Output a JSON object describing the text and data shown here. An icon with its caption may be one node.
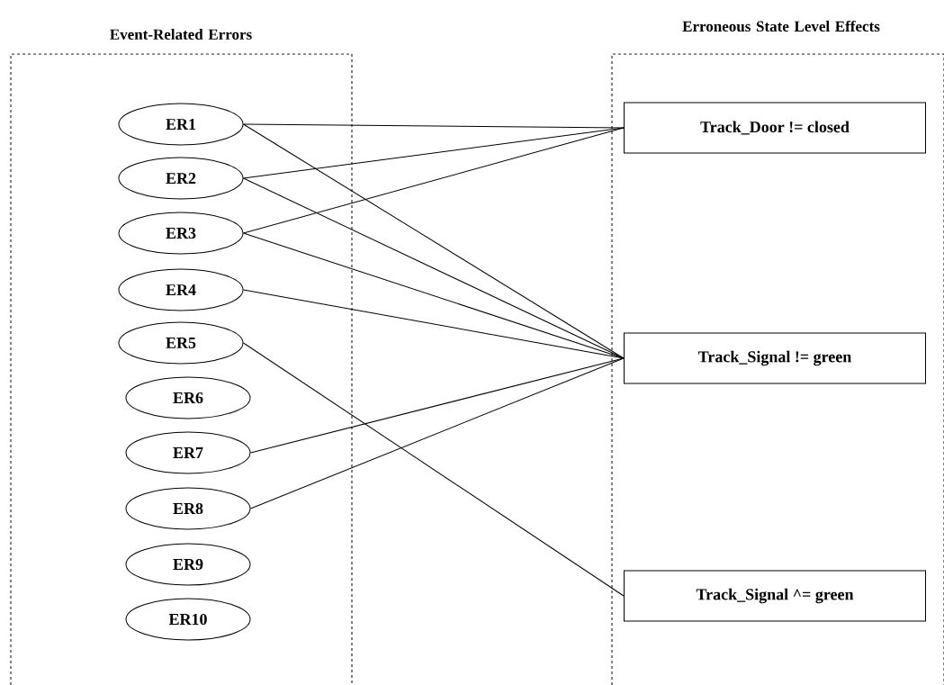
{
  "diagram": {
    "nodes": [
      {
        "text": [
          "Event-Related Errors"
        ]
      },
      {
        "text": [
          "ER1"
        ],
        "in": 0
      },
      {
        "text": [
          "ER2"
        ],
        "in": 0
      },
      {
        "text": [
          "ER3"
        ],
        "in": 0
      },
      {
        "text": [
          "ER4"
        ],
        "in": 0
      },
      {
        "text": [
          "ER5"
        ],
        "in": 0
      },
      {
        "text": [
          "ER6"
        ],
        "in": 0
      },
      {
        "text": [
          "ER7"
        ],
        "in": 0
      },
      {
        "text": [
          "ER8"
        ],
        "in": 0
      },
      {
        "text": [
          "ER9"
        ],
        "in": 0
      },
      {
        "text": [
          "ER10"
        ],
        "in": 0
      },
      {
        "text": [
          "Erroneous State Level Effects"
        ]
      },
      {
        "text": [
          "Track_Door != closed"
        ],
        "in": 11
      },
      {
        "text": [
          "Track_Signal != green"
        ],
        "in": 11
      },
      {
        "text": [
          "Track_Signal ^= green"
        ],
        "in": 11
      }
    ],
    "edges": [
      {
        "from": 1,
        "to": 12,
        "arrow": "none"
      },
      {
        "from": 1,
        "to": 13,
        "arrow": "none"
      },
      {
        "from": 2,
        "to": 12,
        "arrow": "none"
      },
      {
        "from": 2,
        "to": 13,
        "arrow": "none"
      },
      {
        "from": 3,
        "to": 12,
        "arrow": "none"
      },
      {
        "from": 3,
        "to": 13,
        "arrow": "none"
      },
      {
        "from": 4,
        "to": 13,
        "arrow": "none"
      },
      {
        "from": 5,
        "to": 14,
        "arrow": "none"
      },
      {
        "from": 7,
        "to": 13,
        "arrow": "none"
      },
      {
        "from": 8,
        "to": 13,
        "arrow": "none"
      }
    ]
  }
}
